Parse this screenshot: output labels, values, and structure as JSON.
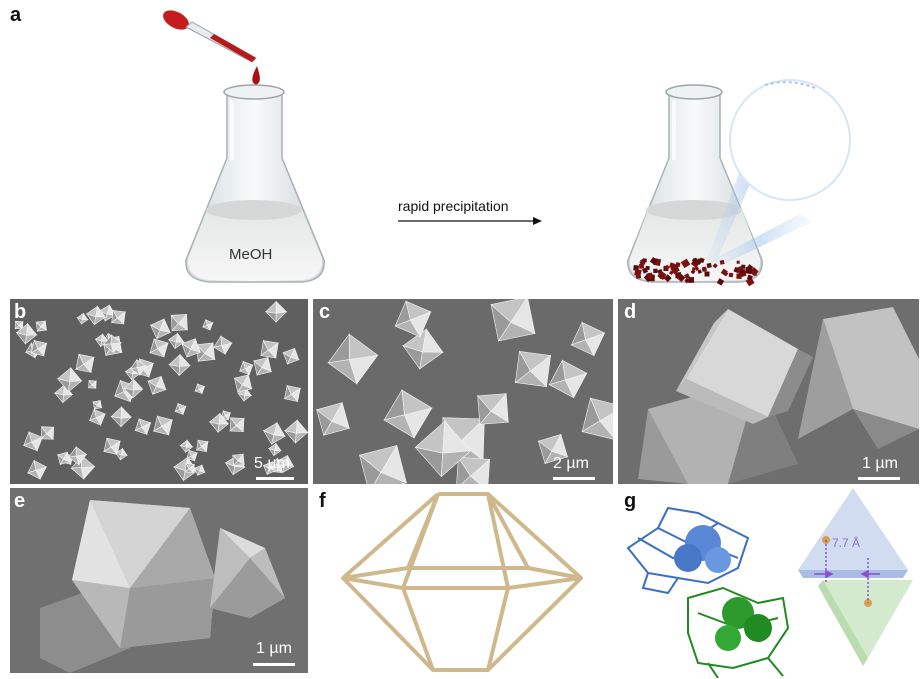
{
  "figure": {
    "panel_a": {
      "label": "a",
      "flask_left_text": "MeOH",
      "arrow_text": "rapid precipitation"
    },
    "panel_b": {
      "label": "b",
      "scale": "5 µm"
    },
    "panel_c": {
      "label": "c",
      "scale": "2 µm"
    },
    "panel_d": {
      "label": "d",
      "scale": "1 µm"
    },
    "panel_e": {
      "label": "e",
      "scale": "1 µm"
    },
    "panel_f": {
      "label": "f"
    },
    "panel_g": {
      "label": "g",
      "distance": "7.7 Å"
    }
  },
  "colors": {
    "solution_red": "#b01818",
    "crystal_red": "#7a1010",
    "cage_frame": "#d8c49a",
    "blue_model": "#4d7fd0",
    "green_model": "#2e9a2e",
    "purple_arrow": "#8a4fcf"
  }
}
